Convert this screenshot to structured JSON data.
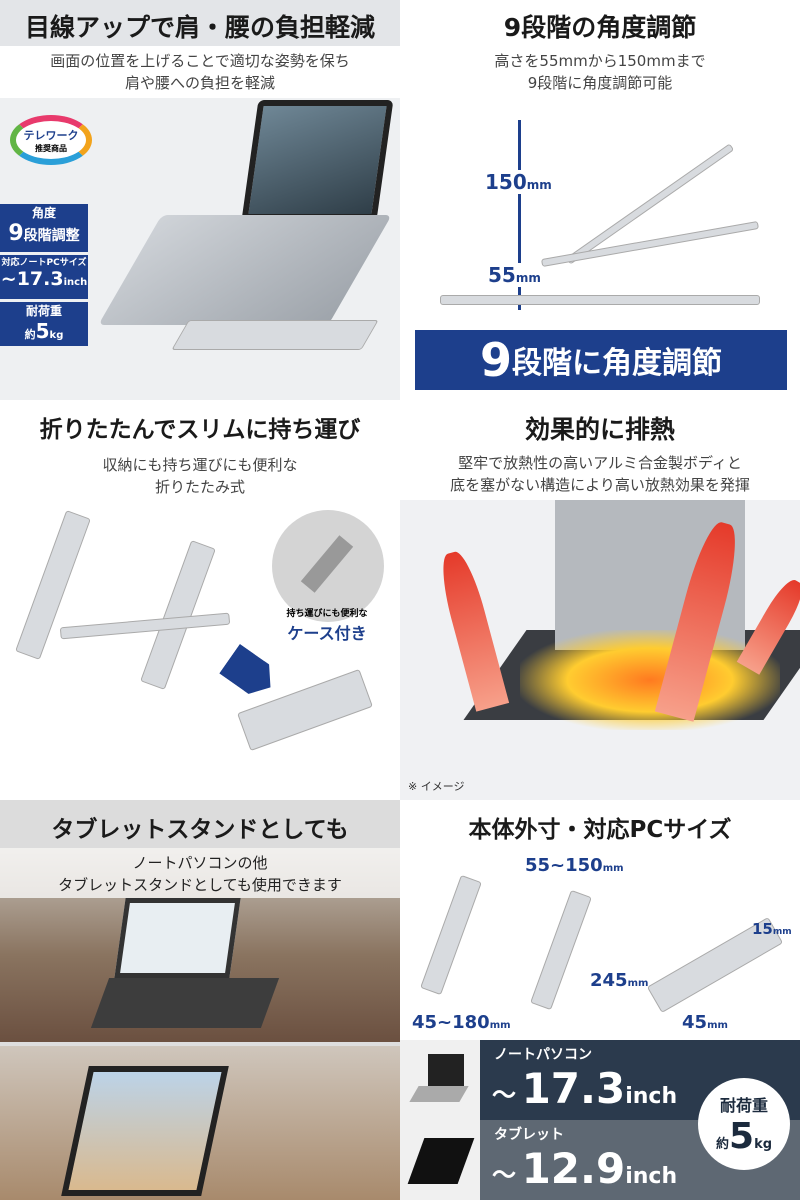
{
  "panel1": {
    "title": "目線アップで肩・腰の負担軽減",
    "subtitle_lines": [
      "画面の位置を上げることで適切な姿勢を保ち",
      "肩や腰への負担を軽減"
    ],
    "badge": {
      "line1": "テレワーク",
      "line2": "推奨商品"
    },
    "specs": [
      {
        "label": "角度",
        "value": "9",
        "unit": "段階調整"
      },
      {
        "label": "対応ノートPCサイズ",
        "value": "~17.3",
        "unit": "inch"
      },
      {
        "label": "耐荷重",
        "prefix": "約",
        "value": "5",
        "unit": "kg"
      }
    ]
  },
  "panel2": {
    "title": "9段階の角度調節",
    "subtitle_lines": [
      "高さを55mmから150mmまで",
      "9段階に角度調節可能"
    ],
    "dim_high": "150",
    "dim_low": "55",
    "unit": "mm",
    "banner_num": "9",
    "banner_text": "段階に角度調節",
    "accent": "#1d3f8c"
  },
  "panel3": {
    "title": "折りたたんでスリムに持ち運び",
    "subtitle_lines": [
      "収納にも持ち運びにも便利な",
      "折りたたみ式"
    ],
    "case_caption": "持ち運びにも便利な",
    "case_label": "ケース付き"
  },
  "panel4": {
    "title": "効果的に排熱",
    "subtitle_lines": [
      "堅牢で放熱性の高いアルミ合金製ボディと",
      "底を塞がない構造により高い放熱効果を発揮"
    ],
    "note": "※ イメージ"
  },
  "panel5": {
    "title": "タブレットスタンドとしても",
    "subtitle_lines": [
      "ノートパソコンの他",
      "タブレットスタンドとしても使用できます"
    ]
  },
  "panel6": {
    "title": "本体外寸・対応PCサイズ",
    "dims": {
      "height": "55~150",
      "depth": "245",
      "width": "45~180",
      "folded_thickness": "15",
      "folded_width": "45",
      "unit": "mm"
    },
    "laptop_label": "ノートパソコン",
    "laptop_size": "17.3",
    "tablet_label": "タブレット",
    "tablet_size": "12.9",
    "tilde": "～",
    "inch": "inch",
    "load_label": "耐荷重",
    "load_prefix": "約",
    "load_value": "5",
    "load_unit": "kg"
  }
}
